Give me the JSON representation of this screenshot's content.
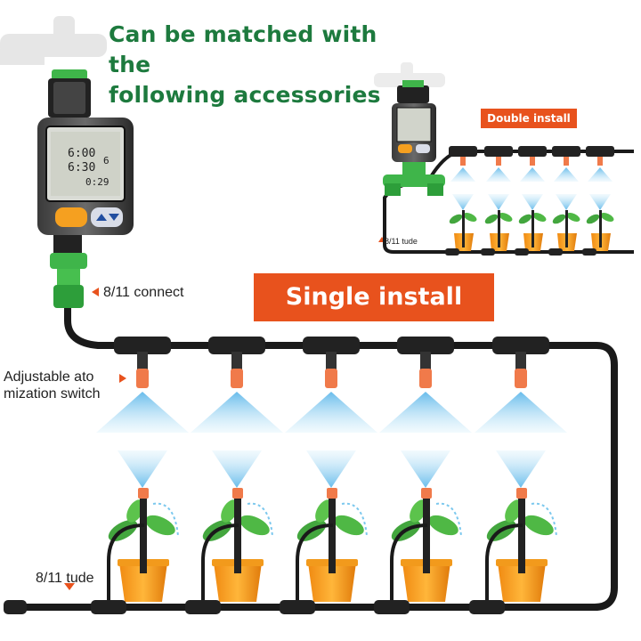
{
  "headline": {
    "line1": "Can be matched with the",
    "line2": "following accessories"
  },
  "banners": {
    "single": "Single install",
    "double": "Double install"
  },
  "labels": {
    "connect": "8/11 connect",
    "switch_line1": "Adjustable ato",
    "switch_line2": "mization switch",
    "tube_main": "8/11 tude",
    "tube_inset": "8/11 tude"
  },
  "timer_display": {
    "time1": "6:00",
    "time2": "6:30",
    "value1": "6",
    "value2": "0:29"
  },
  "colors": {
    "headline_green": "#1d7a3e",
    "banner_orange": "#e8521d",
    "pipe_black": "#1a1a1a",
    "mist_blue": "#8ccff0",
    "pot_orange": "#f5a020",
    "connector_green": "#3fb54a"
  }
}
